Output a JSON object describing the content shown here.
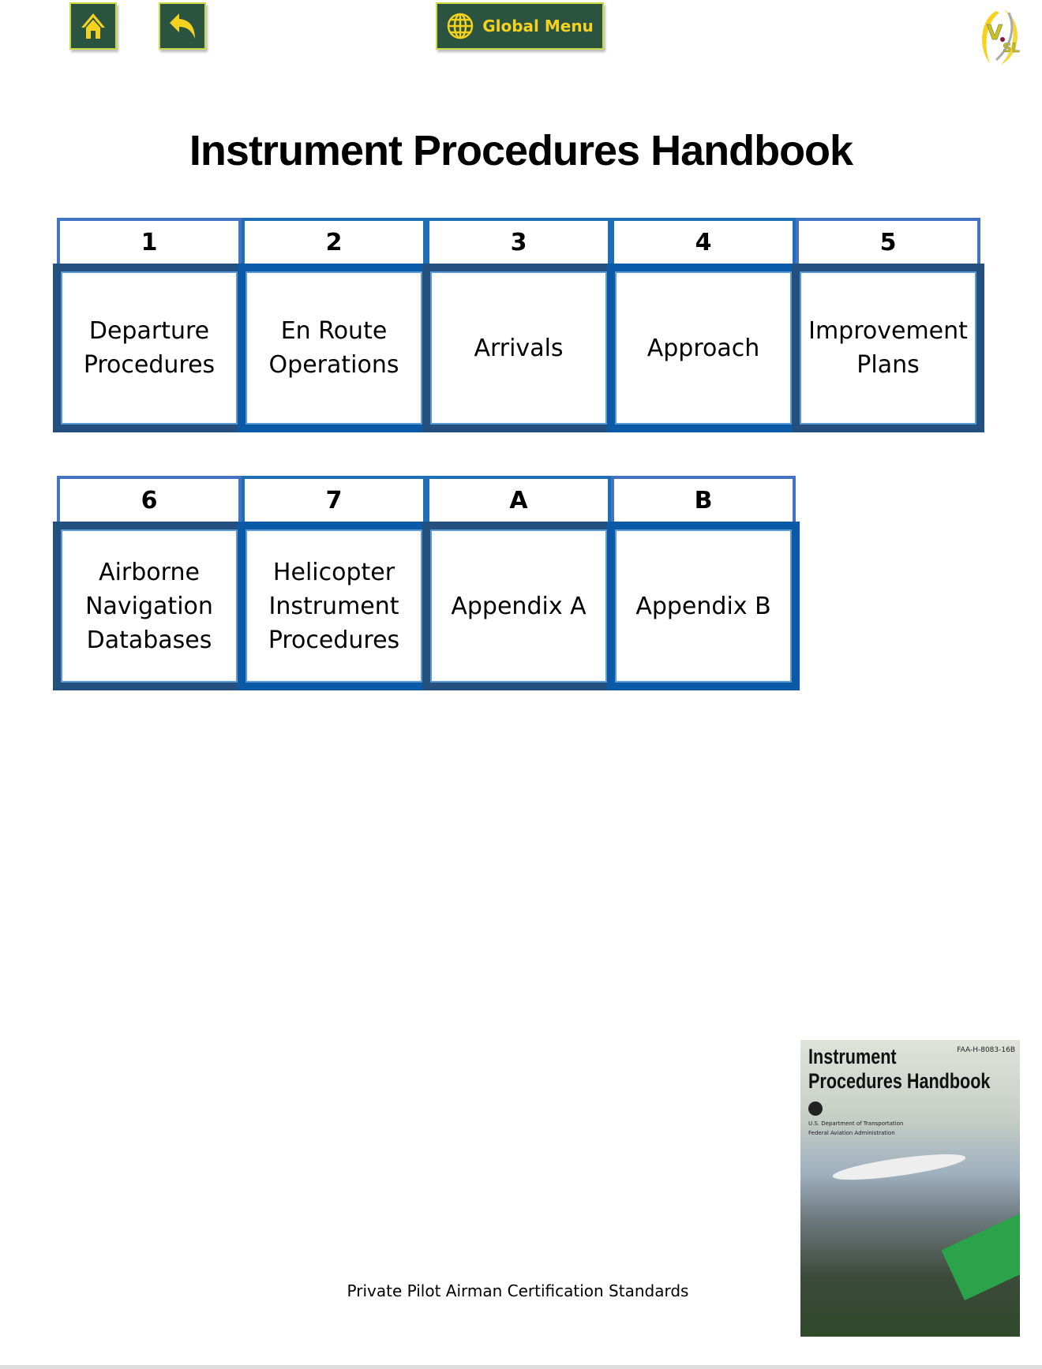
{
  "nav": {
    "home_icon": "home-icon",
    "back_icon": "back-arrow-icon",
    "global_menu_label": "Global Menu",
    "global_icon": "globe-icon",
    "logo_text": "VSL"
  },
  "title": "Instrument Procedures Handbook",
  "row1": [
    {
      "number": "1",
      "label": "Departure Procedures"
    },
    {
      "number": "2",
      "label": "En Route Operations"
    },
    {
      "number": "3",
      "label": "Arrivals"
    },
    {
      "number": "4",
      "label": "Approach"
    },
    {
      "number": "5",
      "label": "Improvement Plans"
    }
  ],
  "row2": [
    {
      "number": "6",
      "label": "Airborne Navigation Databases"
    },
    {
      "number": "7",
      "label": "Helicopter Instrument Procedures"
    },
    {
      "number": "A",
      "label": "Appendix A"
    },
    {
      "number": "B",
      "label": "Appendix B"
    }
  ],
  "footer": "Private Pilot Airman Certification Standards",
  "cover": {
    "title_line1": "Instrument",
    "title_line2": "Procedures Handbook",
    "code": "FAA-H-8083-16B",
    "dept1": "U.S. Department of Transportation",
    "dept2": "Federal Aviation Administration"
  },
  "colors": {
    "button_bg": "#2a5440",
    "button_accent": "#f5d21e",
    "cell_border": "#24507f",
    "header_border": "#1f6fb8"
  }
}
